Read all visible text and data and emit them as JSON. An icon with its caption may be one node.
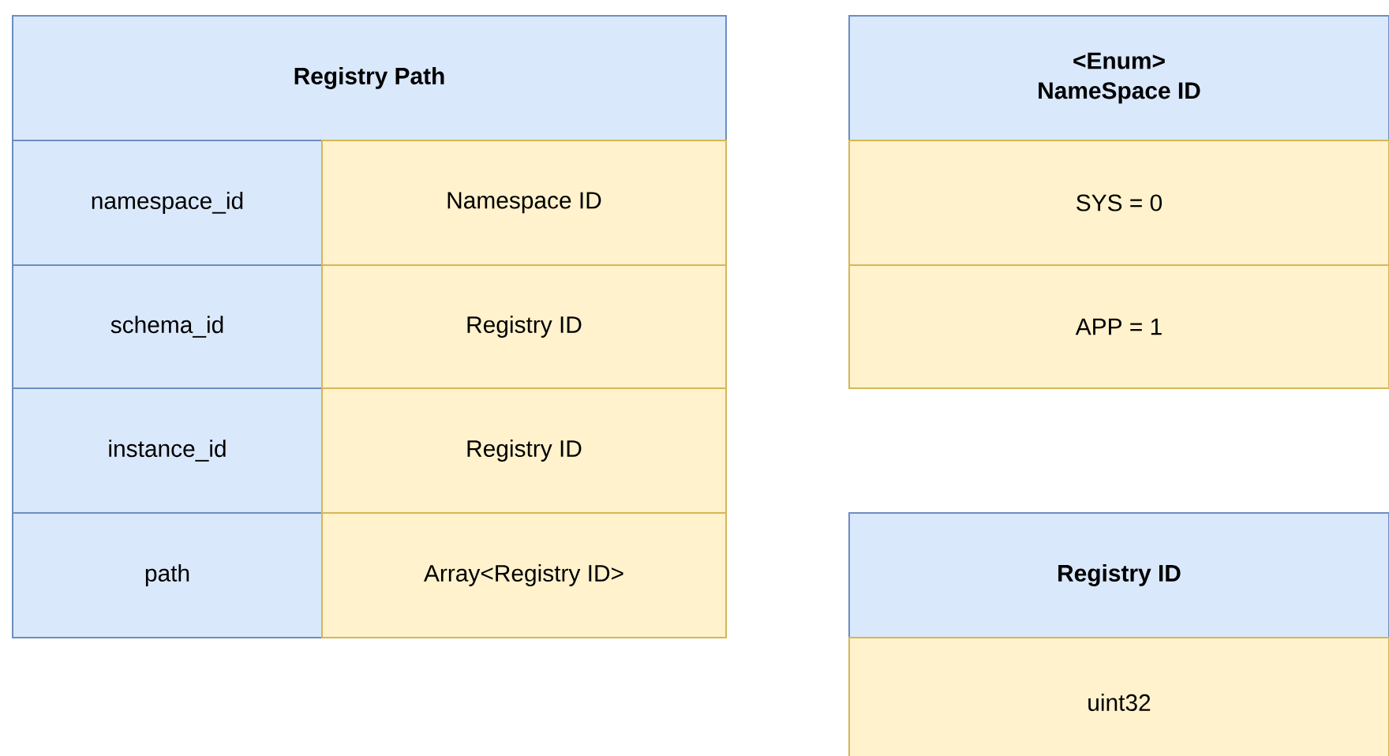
{
  "diagram": {
    "nodes": [
      {
        "text": [
          "Registry Path"
        ]
      },
      {
        "text": [
          "namespace_id"
        ]
      },
      {
        "text": [
          "Namespace ID"
        ]
      },
      {
        "text": [
          "schema_id"
        ]
      },
      {
        "text": [
          "Registry ID"
        ]
      },
      {
        "text": [
          "instance_id"
        ]
      },
      {
        "text": [
          "Registry ID"
        ]
      },
      {
        "text": [
          "path"
        ]
      },
      {
        "text": [
          "Array<Registry ID>"
        ]
      },
      {
        "text": [
          "<Enum>",
          "NameSpace ID"
        ]
      },
      {
        "text": [
          "SYS = 0"
        ]
      },
      {
        "text": [
          "APP = 1"
        ]
      },
      {
        "text": [
          "Registry ID"
        ]
      },
      {
        "text": [
          "uint32"
        ]
      }
    ]
  }
}
